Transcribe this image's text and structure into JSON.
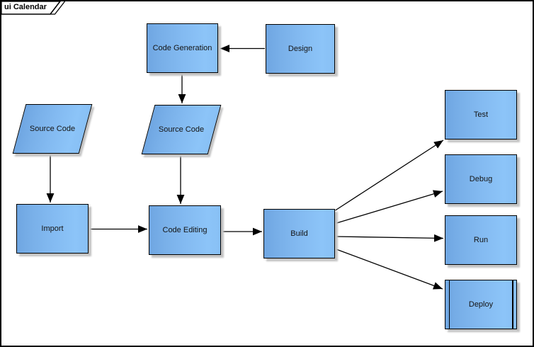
{
  "frame": {
    "title": "ui Calendar"
  },
  "nodes": {
    "code_generation": {
      "label": "Code Generation",
      "shape": "rectangle"
    },
    "design": {
      "label": "Design",
      "shape": "rectangle"
    },
    "source_code_top": {
      "label": "Source Code",
      "shape": "parallelogram"
    },
    "source_code_left": {
      "label": "Source Code",
      "shape": "parallelogram"
    },
    "import": {
      "label": "Import",
      "shape": "rectangle"
    },
    "code_editing": {
      "label": "Code Editing",
      "shape": "rectangle"
    },
    "build": {
      "label": "Build",
      "shape": "rectangle"
    },
    "test": {
      "label": "Test",
      "shape": "rectangle"
    },
    "debug": {
      "label": "Debug",
      "shape": "rectangle"
    },
    "run": {
      "label": "Run",
      "shape": "rectangle"
    },
    "deploy": {
      "label": "Deploy",
      "shape": "subroutine"
    }
  },
  "edges": [
    {
      "from": "Design",
      "to": "Code Generation"
    },
    {
      "from": "Code Generation",
      "to": "Source Code (top)"
    },
    {
      "from": "Source Code (left)",
      "to": "Import"
    },
    {
      "from": "Source Code (top)",
      "to": "Code Editing"
    },
    {
      "from": "Import",
      "to": "Code Editing"
    },
    {
      "from": "Code Editing",
      "to": "Build"
    },
    {
      "from": "Build",
      "to": "Test"
    },
    {
      "from": "Build",
      "to": "Debug"
    },
    {
      "from": "Build",
      "to": "Run"
    },
    {
      "from": "Build",
      "to": "Deploy"
    }
  ],
  "colors": {
    "node_fill_left": "#6FA6E2",
    "node_fill_right": "#8CC4F8",
    "node_border": "#000000",
    "edge_line": "#000000",
    "shadow": "#c3c3c3",
    "background": "#ffffff"
  }
}
